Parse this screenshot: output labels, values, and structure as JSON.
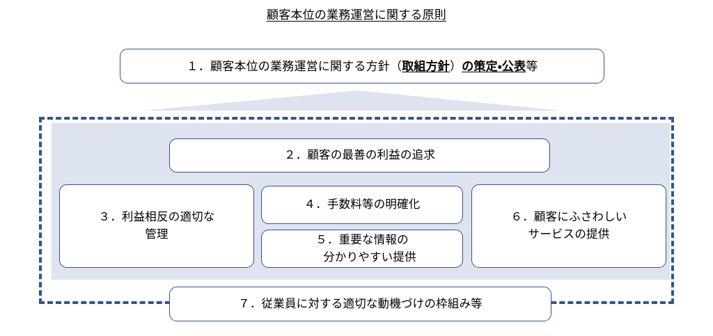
{
  "title": {
    "text": "顧客本位の業務運営に関する原則",
    "underlined": true
  },
  "colors": {
    "box_border": "#2e5496",
    "dashed_frame": "#2f5597",
    "shaded_panel": "#dde4ef",
    "funnel": "#dde4ef",
    "text": "#000000",
    "background": "#ffffff"
  },
  "funnel": {
    "name": "funnel-arrow",
    "direction": "down"
  },
  "frame": {
    "dashed_label": "principles-2-to-7-group",
    "panel_label": "principles-2-to-6-shaded-area"
  },
  "boxes": [
    {
      "id": "box1",
      "number": "１．",
      "full_text": "１．顧客本位の業務運営に関する方針（取組方針）の策定・公表等",
      "segments": [
        {
          "text": "１．顧客本位の業務運営に関する方針（",
          "style": "normal"
        },
        {
          "text": "取組方針",
          "style": "bold-underline"
        },
        {
          "text": "）",
          "style": "normal"
        },
        {
          "text": "の策定・公表",
          "style": "bold-underline"
        },
        {
          "text": "等",
          "style": "normal"
        }
      ]
    },
    {
      "id": "box2",
      "number": "２．",
      "full_text": "２．顧客の最善の利益の追求",
      "lines": [
        "２．顧客の最善の利益の追求"
      ]
    },
    {
      "id": "box3",
      "number": "３．",
      "full_text": "３．利益相反の適切な管理",
      "lines": [
        "３．利益相反の適切な",
        "管理"
      ]
    },
    {
      "id": "box4",
      "number": "４．",
      "full_text": "４．手数料等の明確化",
      "lines": [
        "４．手数料等の明確化"
      ]
    },
    {
      "id": "box5",
      "number": "５．",
      "full_text": "５．重要な情報の分かりやすい提供",
      "lines": [
        "５．重要な情報の",
        "分かりやすい提供"
      ]
    },
    {
      "id": "box6",
      "number": "６．",
      "full_text": "６．顧客にふさわしいサービスの提供",
      "lines": [
        "６．顧客にふさわしい",
        "サービスの提供"
      ]
    },
    {
      "id": "box7",
      "number": "７．",
      "full_text": "７．従業員に対する適切な動機づけの枠組み等",
      "lines": [
        "７．従業員に対する適切な動機づけの枠組み等"
      ]
    }
  ]
}
